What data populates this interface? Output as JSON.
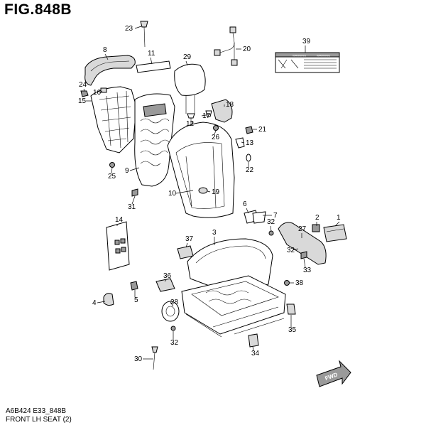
{
  "header": {
    "title": "FIG.848B"
  },
  "footer": {
    "code": "A6B424 E33_848B",
    "description": "FRONT LH SEAT (2)"
  },
  "label_plate": {
    "heading_left": "",
    "heading_mid": "WARNING",
    "heading_right": "WARNING"
  },
  "fwd_arrow": {
    "text": "FWD"
  },
  "callouts": [
    "1",
    "2",
    "3",
    "4",
    "5",
    "6",
    "7",
    "8",
    "9",
    "10",
    "11",
    "12",
    "13",
    "14",
    "15",
    "16",
    "17",
    "18",
    "19",
    "20",
    "21",
    "22",
    "23",
    "24",
    "25",
    "26",
    "27",
    "28",
    "29",
    "30",
    "31",
    "32",
    "32",
    "32",
    "33",
    "34",
    "35",
    "36",
    "37",
    "38",
    "39"
  ],
  "colors": {
    "line": "#000000",
    "shade": "#d9d9d9",
    "dark": "#9a9a9a",
    "background": "#ffffff"
  }
}
